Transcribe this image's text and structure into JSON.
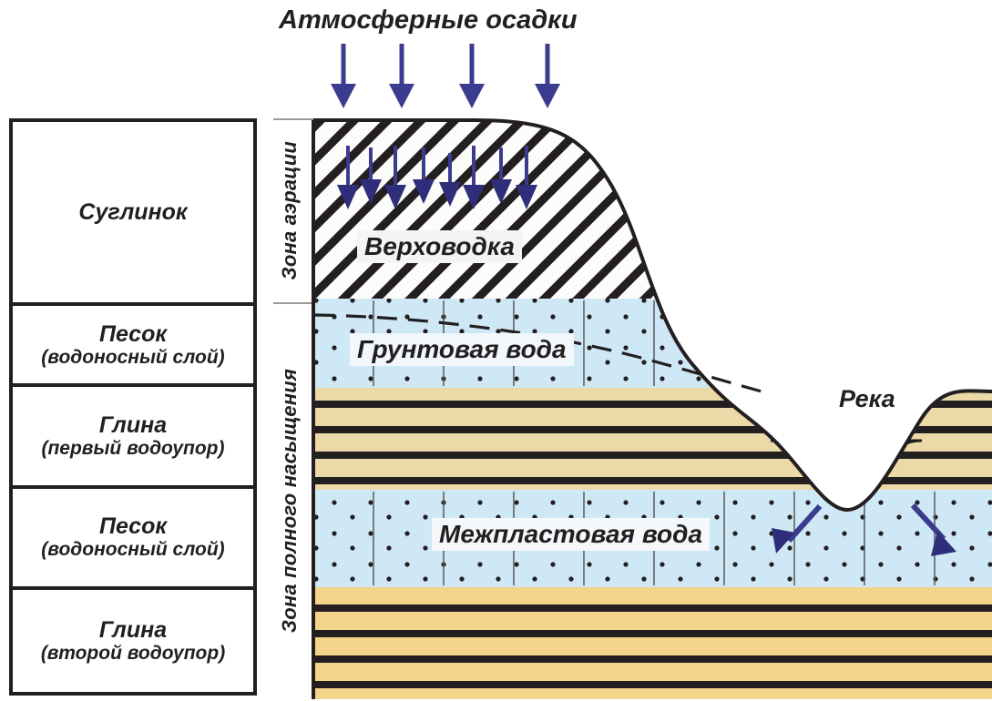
{
  "diagram": {
    "title": "Атмосферные осадки",
    "legend": {
      "items": [
        {
          "main": "Суглинок",
          "sub": ""
        },
        {
          "main": "Песок",
          "sub": "(водоносный слой)"
        },
        {
          "main": "Глина",
          "sub": "(первый водоупор)"
        },
        {
          "main": "Песок",
          "sub": "(водоносный слой)"
        },
        {
          "main": "Глина",
          "sub": "(второй водоупор)"
        }
      ]
    },
    "zones": [
      {
        "label": "Зона аэрации"
      },
      {
        "label": "Зона полного насыщения"
      }
    ],
    "labels": {
      "perched_water": "Верховодка",
      "ground_water": "Грунтовая вода",
      "interstratal_water": "Межпластовая вода",
      "river": "Река"
    },
    "colors": {
      "arrow": "#3b3b8f",
      "arrow_dark": "#2e2e7a",
      "sand": "#cfe8f5",
      "clay_upper": "#ecd9a8",
      "clay_lower": "#f2d58a",
      "river": "#29abe2",
      "outline": "#231f20"
    },
    "counts": {
      "precipitation_arrows": 4,
      "infiltration_arrows": 8,
      "river_recharge_arrows": 2
    }
  }
}
